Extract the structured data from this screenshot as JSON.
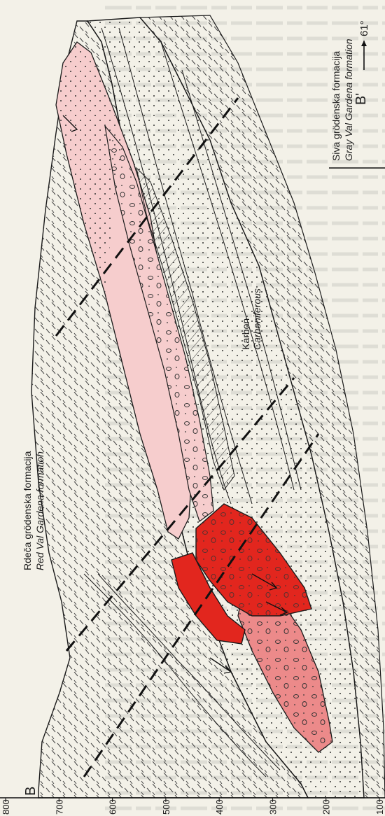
{
  "section": {
    "start_label": "B",
    "end_label": "B'",
    "azimuth": "61°",
    "elevation_ticks": [
      "800",
      "700",
      "600",
      "500",
      "400",
      "300",
      "200",
      "100"
    ]
  },
  "units": {
    "red_val_gardena": {
      "local": "Rdeča grödenska formacija",
      "english": "Red Val Gardena formation"
    },
    "gray_val_gardena": {
      "local": "Siva grödenska formacija",
      "english": "Gray Val Gardena formation"
    },
    "carboniferous": {
      "local": "Karbon",
      "english": "Carboniferous"
    }
  },
  "colors": {
    "paper": "#f3f1e8",
    "ore_high": "#e2261e",
    "ore_medium": "#ec8a8a",
    "ore_low": "#f6cdcd",
    "line": "#1a1a1a"
  }
}
